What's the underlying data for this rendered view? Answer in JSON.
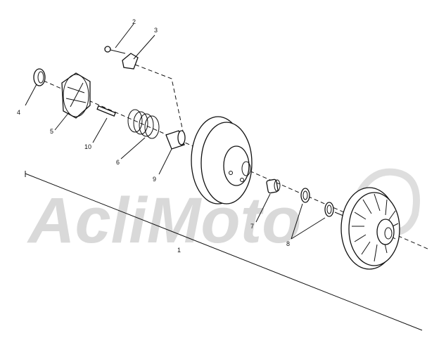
{
  "watermark": {
    "text": "AcliMoto"
  },
  "parts": [
    {
      "id": "1",
      "label": "1"
    },
    {
      "id": "2",
      "label": "2"
    },
    {
      "id": "3",
      "label": "3"
    },
    {
      "id": "4",
      "label": "4"
    },
    {
      "id": "5",
      "label": "5"
    },
    {
      "id": "6",
      "label": "6"
    },
    {
      "id": "7",
      "label": "7"
    },
    {
      "id": "8",
      "label": "8"
    },
    {
      "id": "9",
      "label": "9"
    },
    {
      "id": "10",
      "label": "10"
    }
  ]
}
